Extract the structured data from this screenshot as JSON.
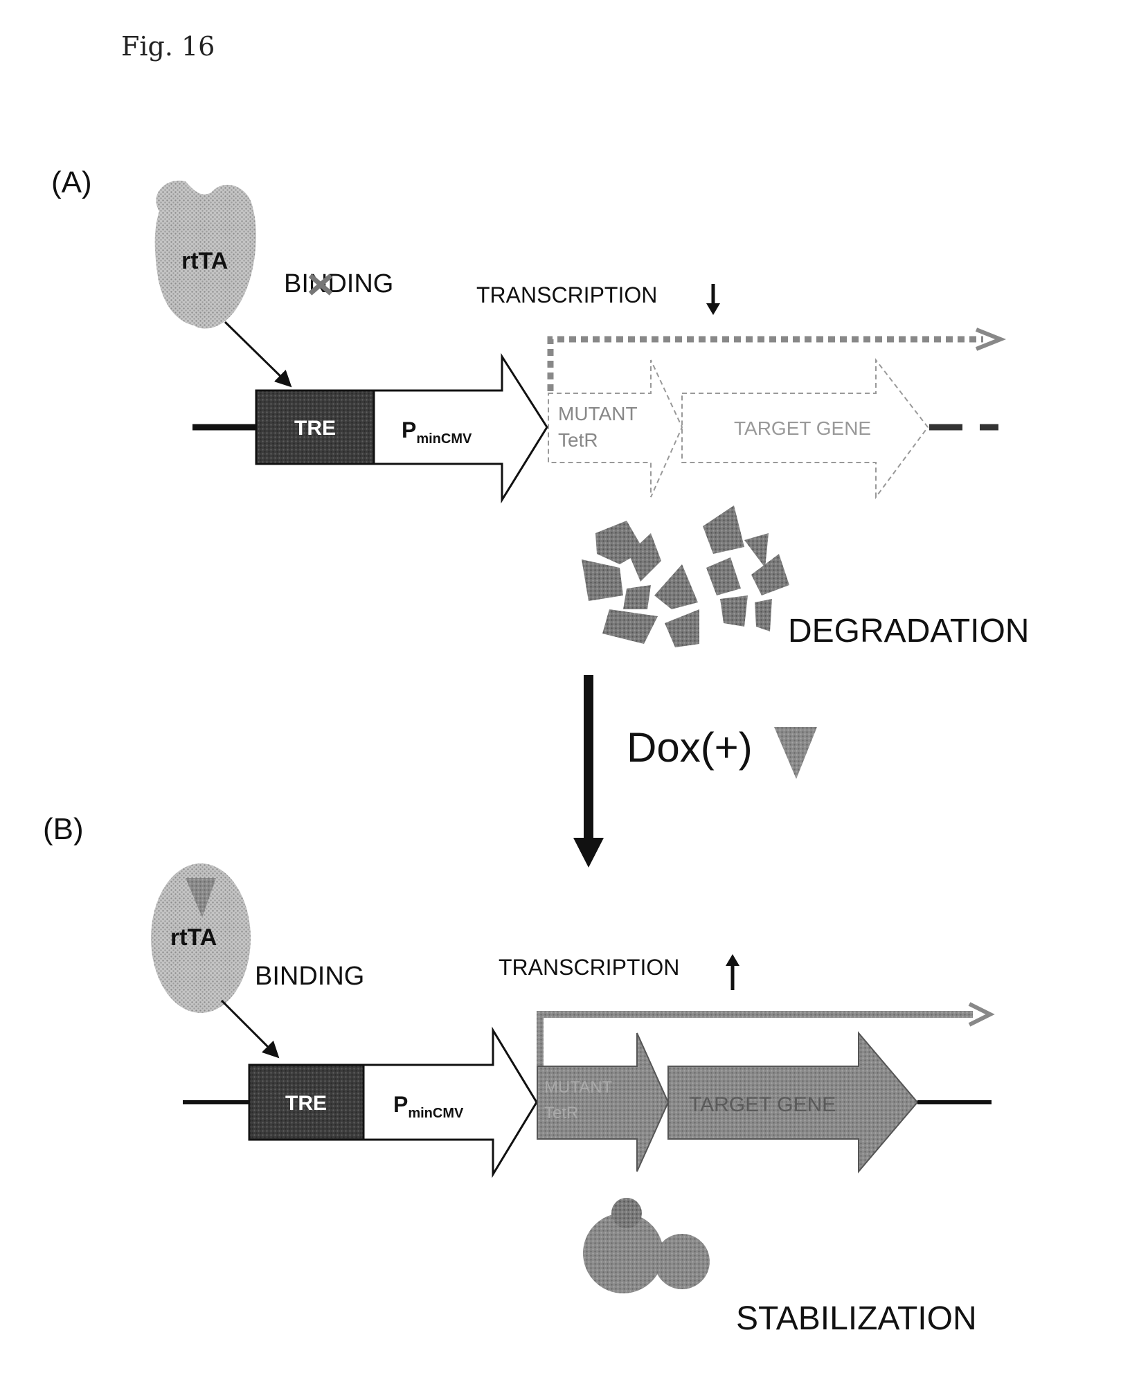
{
  "figure_label": "Fig. 16",
  "panel_a": {
    "label": "(A)",
    "rtta": "rtTA",
    "binding": "BINDING",
    "transcription": "TRANSCRIPTION",
    "tre": "TRE",
    "promoter": "P",
    "promoter_sub": "minCMV",
    "mutant_line1": "MUTANT",
    "mutant_line2": "TetR",
    "target_gene": "TARGET GENE",
    "degradation": "DEGRADATION"
  },
  "transition": {
    "label": "Dox(+)"
  },
  "panel_b": {
    "label": "(B)",
    "rtta": "rtTA",
    "binding": "BINDING",
    "transcription": "TRANSCRIPTION",
    "tre": "TRE",
    "promoter": "P",
    "promoter_sub": "minCMV",
    "mutant_line1": "MUTANT",
    "mutant_line2": "TetR",
    "target_gene": "TARGET GENE",
    "stabilization": "STABILIZATION"
  },
  "colors": {
    "tre_fill": "#4a4a4a",
    "gene_fill_active": "#8a8a8a",
    "rtta_fill": "#b8b8b8",
    "fragment_fill": "#6a6a6a"
  }
}
